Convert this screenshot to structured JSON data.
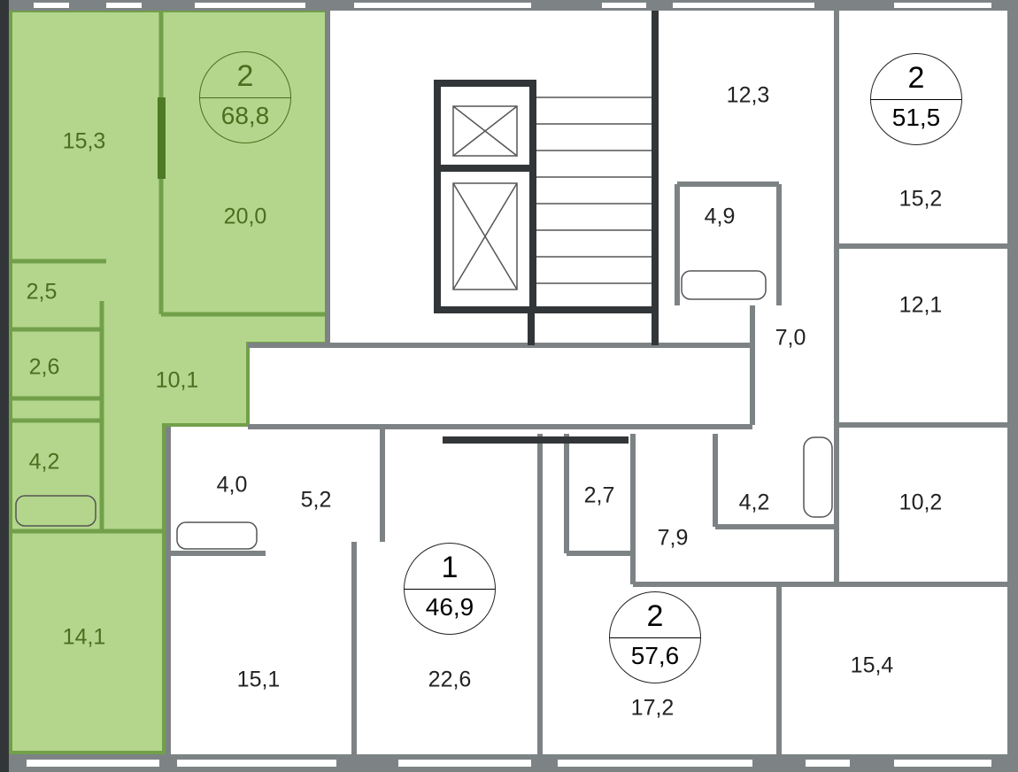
{
  "colors": {
    "highlight_fill": "#b3d68c",
    "highlight_wall": "#72a04a",
    "highlight_text": "#4a6e1e",
    "wall": "#7d8384",
    "core_wall": "#333638"
  },
  "apartments": [
    {
      "rooms": "2",
      "area": "68,8",
      "highlighted": true,
      "room_areas": [
        "15,3",
        "20,0",
        "2,5",
        "2,6",
        "10,1",
        "4,2",
        "14,1"
      ]
    },
    {
      "rooms": "2",
      "area": "51,5",
      "highlighted": false,
      "room_areas": [
        "12,3",
        "15,2",
        "4,9",
        "12,1",
        "7,0"
      ]
    },
    {
      "rooms": "1",
      "area": "46,9",
      "highlighted": false,
      "room_areas": [
        "4,0",
        "5,2",
        "15,1",
        "22,6"
      ]
    },
    {
      "rooms": "2",
      "area": "57,6",
      "highlighted": false,
      "room_areas": [
        "2,7",
        "7,9",
        "4,2",
        "10,2",
        "17,2",
        "15,4"
      ]
    }
  ]
}
